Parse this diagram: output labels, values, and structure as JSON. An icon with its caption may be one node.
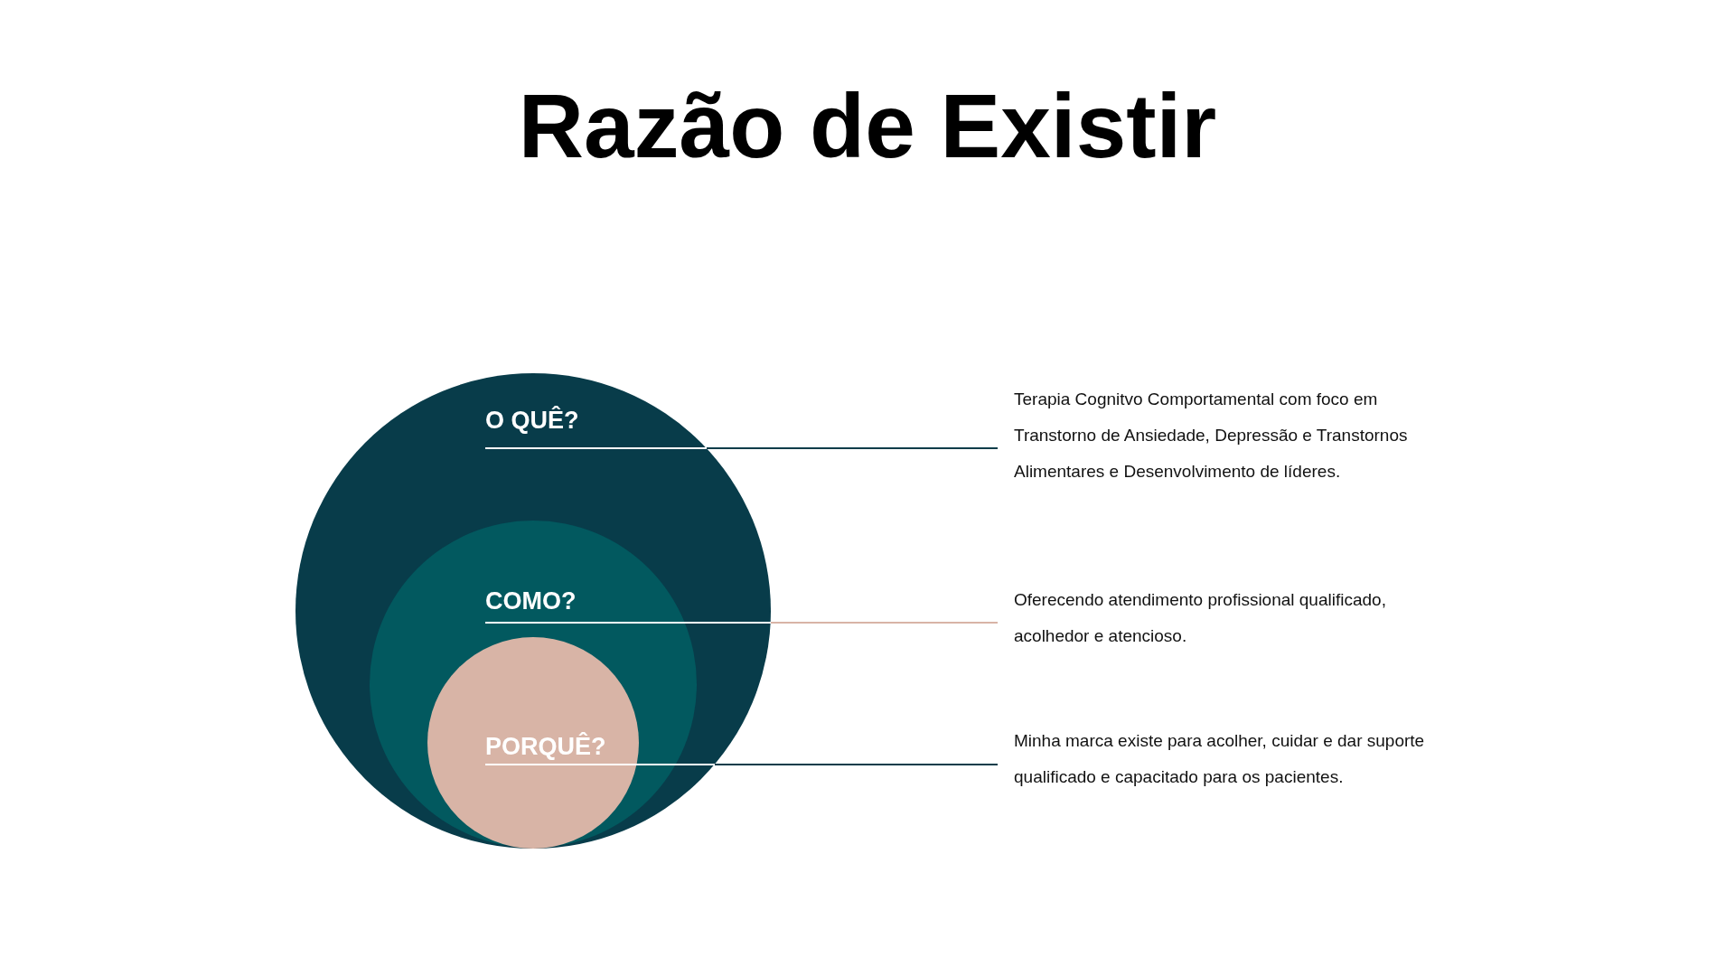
{
  "diagram": {
    "title": "Razão de Existir",
    "nodes": [
      {
        "text": [
          "O QUÊ?"
        ]
      },
      {
        "text": [
          "COMO?"
        ],
        "in": 0
      },
      {
        "text": [
          "PORQUÊ?"
        ],
        "in": 1
      },
      {
        "text": [
          "Terapia Cognitvo Comportamental com foco em Transtorno de Ansiedade, Depressão e Transtornos Alimentares e Desenvolvimento de líderes."
        ]
      },
      {
        "text": [
          "Oferecendo atendimento profissional qualificado, acolhedor e atencioso."
        ]
      },
      {
        "text": [
          "Minha marca existe para acolher, cuidar e dar suporte qualificado e capacitado para os pacientes."
        ]
      }
    ],
    "edges": [
      {
        "from": 0,
        "to": 3,
        "arrow": "none"
      },
      {
        "from": 1,
        "to": 4,
        "arrow": "none",
        "color": "#d8b4a6"
      },
      {
        "from": 2,
        "to": 5,
        "arrow": "none"
      }
    ]
  }
}
